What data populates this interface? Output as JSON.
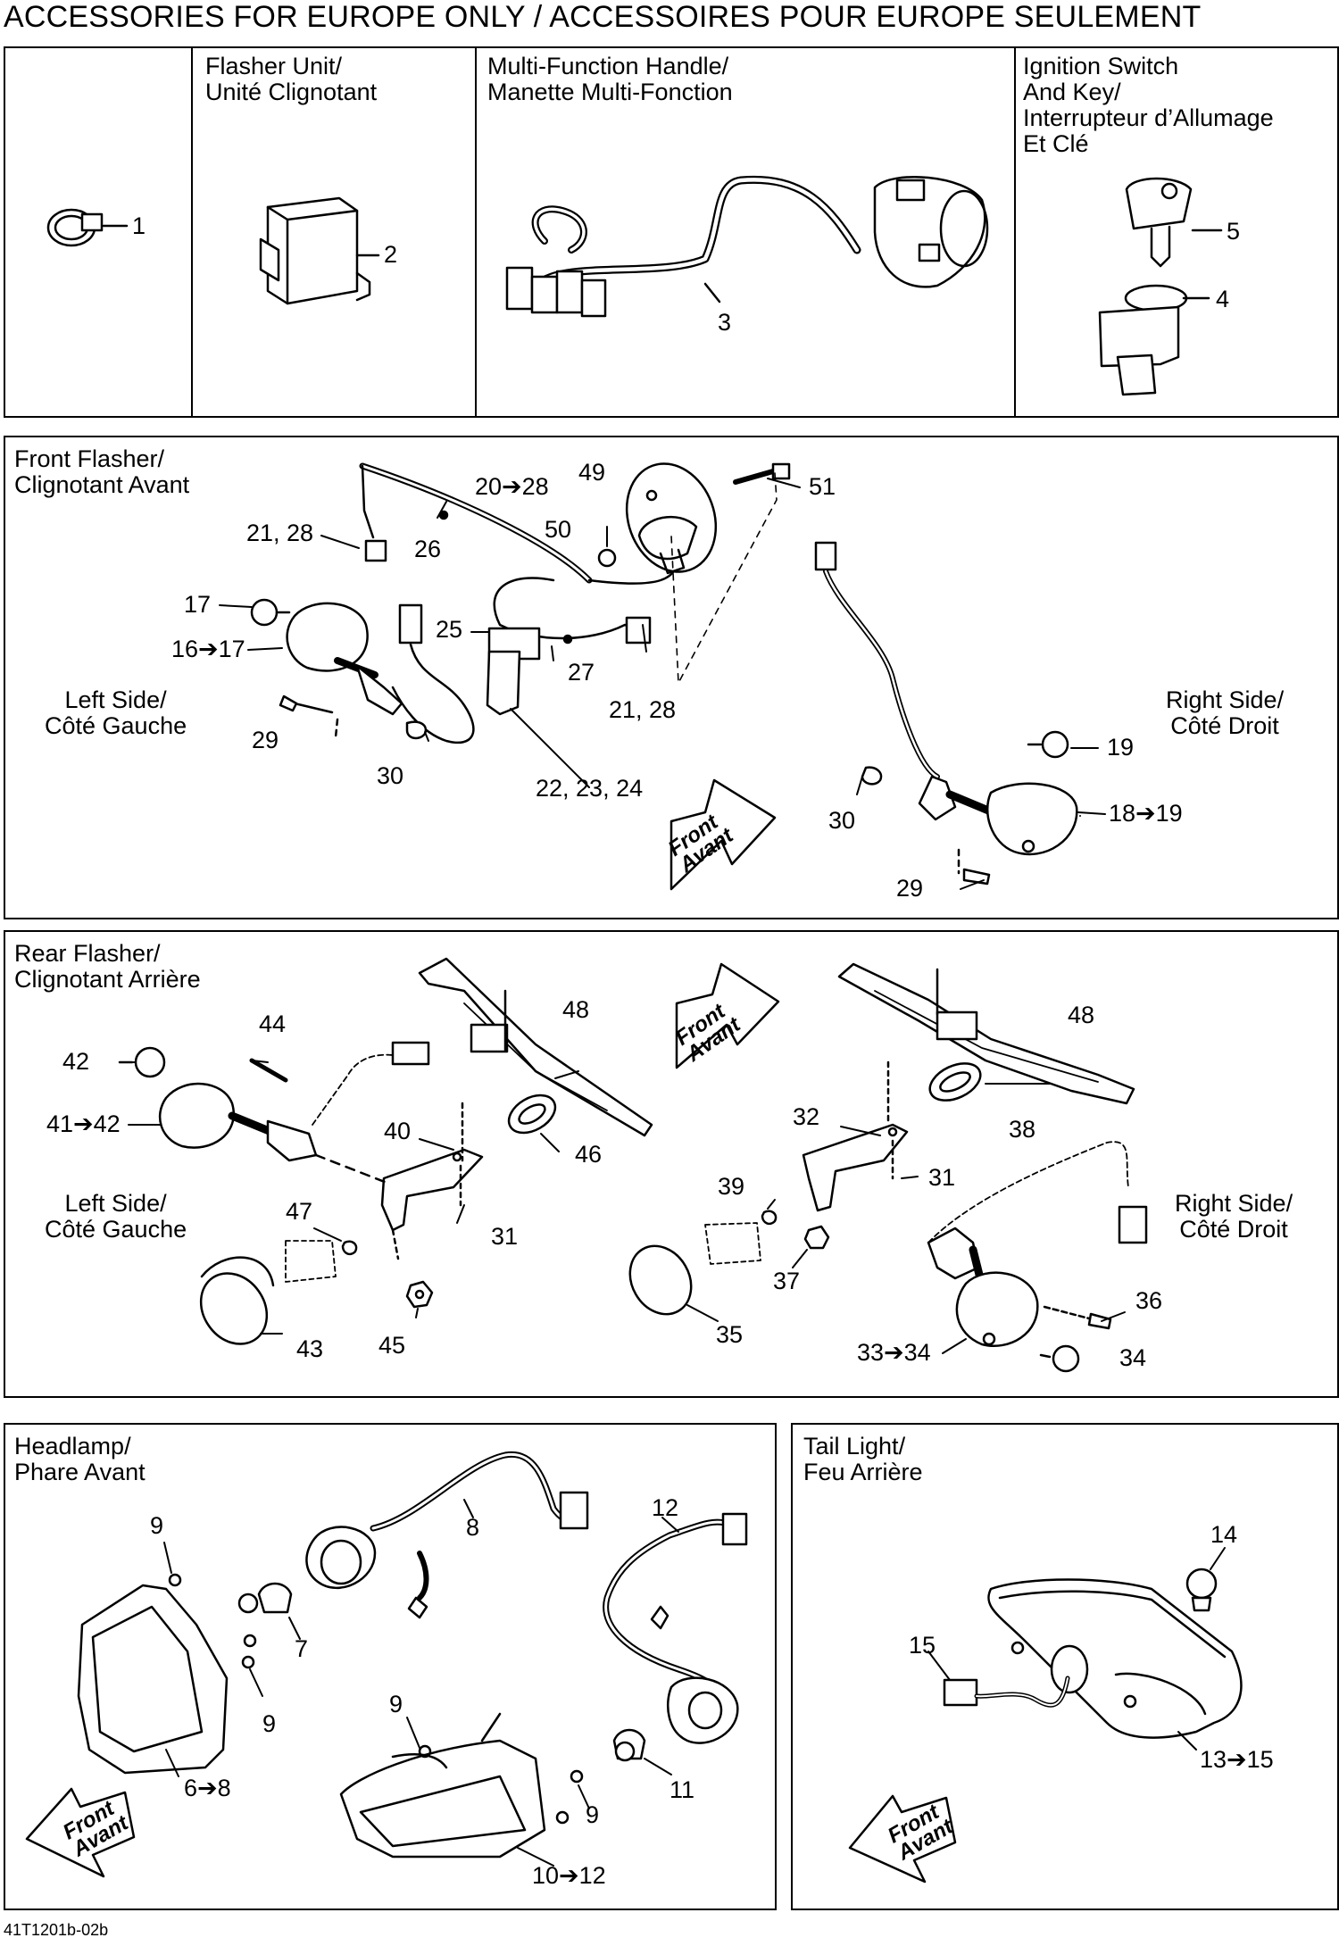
{
  "page_title": "ACCESSORIES FOR EUROPE ONLY / ACCESSOIRES POUR EUROPE SEULEMENT",
  "footer_code": "41T1201b-02b",
  "top_row": {
    "flasher_unit": "Flasher Unit/\nUnité Clignotant",
    "multi_function_handle": "Multi-Function Handle/\nManette Multi-Fonction",
    "ignition_switch": "Ignition Switch\nAnd Key/\nInterrupteur d’Allumage\nEt Clé",
    "callouts": [
      "1",
      "2",
      "3",
      "5",
      "4"
    ]
  },
  "front_flasher": {
    "heading": "Front Flasher/\nClignotant Avant",
    "left_side": "Left Side/\nCôté Gauche",
    "right_side": "Right Side/\nCôté Droit",
    "front_tag": [
      "Front",
      "Avant"
    ],
    "callouts": [
      "20➔28",
      "49",
      "51",
      "21, 28",
      "26",
      "50",
      "17",
      "16➔17",
      "25",
      "27",
      "21, 28",
      "29",
      "30",
      "22, 23, 24",
      "19",
      "30",
      "18➔19",
      "29"
    ]
  },
  "rear_flasher": {
    "heading": "Rear Flasher/\nClignotant Arrière",
    "left_side": "Left Side/\nCôté Gauche",
    "right_side": "Right Side/\nCôté Droit",
    "front_tag": [
      "Front",
      "Avant"
    ],
    "callouts": [
      "44",
      "48",
      "42",
      "41➔42",
      "40",
      "46",
      "47",
      "31",
      "43",
      "45",
      "48",
      "32",
      "38",
      "31",
      "39",
      "37",
      "35",
      "36",
      "33➔34",
      "34"
    ]
  },
  "headlamp": {
    "heading": "Headlamp/\nPhare Avant",
    "front_tag": [
      "Front",
      "Avant"
    ],
    "callouts": [
      "9",
      "8",
      "12",
      "7",
      "9",
      "9",
      "6➔8",
      "9",
      "11",
      "10➔12"
    ]
  },
  "tail_light": {
    "heading": "Tail Light/\nFeu Arrière",
    "front_tag": [
      "Front",
      "Avant"
    ],
    "callouts": [
      "14",
      "15",
      "13➔15"
    ]
  }
}
